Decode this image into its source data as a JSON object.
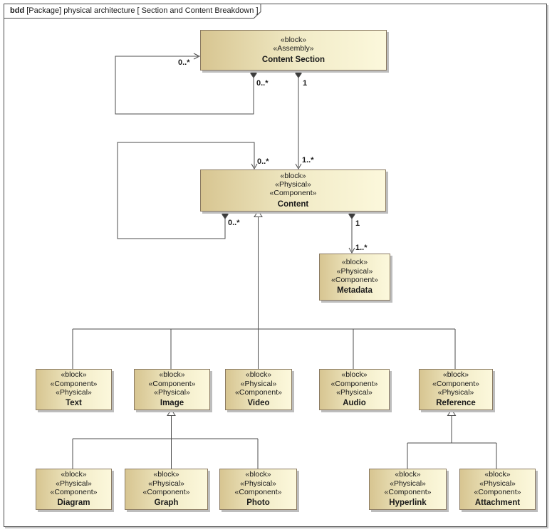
{
  "frame": {
    "title_keyword": "bdd",
    "title_rest": "[Package] physical architecture [ Section and Content Breakdown ]"
  },
  "blocks": {
    "content_section": {
      "stereotypes": [
        "«block»",
        "«Assembly»"
      ],
      "name": "Content Section"
    },
    "content": {
      "stereotypes": [
        "«block»",
        "«Physical»",
        "«Component»"
      ],
      "name": "Content"
    },
    "metadata": {
      "stereotypes": [
        "«block»",
        "«Physical»",
        "«Component»"
      ],
      "name": "Metadata"
    },
    "text": {
      "stereotypes": [
        "«block»",
        "«Component»",
        "«Physical»"
      ],
      "name": "Text"
    },
    "image": {
      "stereotypes": [
        "«block»",
        "«Component»",
        "«Physical»"
      ],
      "name": "Image"
    },
    "video": {
      "stereotypes": [
        "«block»",
        "«Physical»",
        "«Component»"
      ],
      "name": "Video"
    },
    "audio": {
      "stereotypes": [
        "«block»",
        "«Component»",
        "«Physical»"
      ],
      "name": "Audio"
    },
    "reference": {
      "stereotypes": [
        "«block»",
        "«Component»",
        "«Physical»"
      ],
      "name": "Reference"
    },
    "diagram": {
      "stereotypes": [
        "«block»",
        "«Physical»",
        "«Component»"
      ],
      "name": "Diagram"
    },
    "graph": {
      "stereotypes": [
        "«block»",
        "«Physical»",
        "«Component»"
      ],
      "name": "Graph"
    },
    "photo": {
      "stereotypes": [
        "«block»",
        "«Physical»",
        "«Component»"
      ],
      "name": "Photo"
    },
    "hyperlink": {
      "stereotypes": [
        "«block»",
        "«Physical»",
        "«Component»"
      ],
      "name": "Hyperlink"
    },
    "attachment": {
      "stereotypes": [
        "«block»",
        "«Physical»",
        "«Component»"
      ],
      "name": "Attachment"
    }
  },
  "multiplicities": {
    "cs_self_target": "0..*",
    "cs_self_source": "0..*",
    "cs_content_source": "1",
    "cs_content_target": "1..*",
    "content_self_target": "0..*",
    "content_self_source": "0..*",
    "content_metadata_source": "1",
    "content_metadata_target": "1..*"
  },
  "colors": {
    "block_fill_start": "#d7c591",
    "block_fill_end": "#fcf8dc",
    "block_border": "#8a7a62",
    "block_shadow": "#bdbdbd",
    "connector_line": "#4c4c4c",
    "frame_border": "#4c4c4c",
    "background": "#ffffff"
  }
}
